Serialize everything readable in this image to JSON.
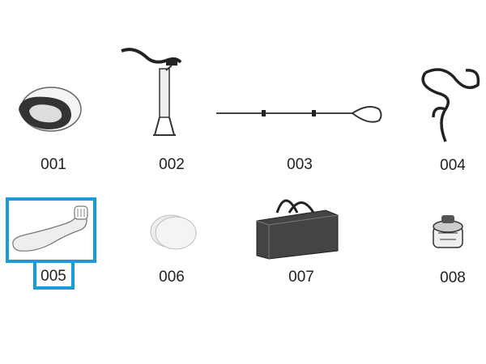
{
  "parts": [
    {
      "code": "001",
      "icon": "bag-icon"
    },
    {
      "code": "002",
      "icon": "pump-icon"
    },
    {
      "code": "003",
      "icon": "paddle-icon"
    },
    {
      "code": "004",
      "icon": "leash-icon"
    },
    {
      "code": "005",
      "icon": "wrench-icon",
      "highlighted": true
    },
    {
      "code": "006",
      "icon": "patch-icon"
    },
    {
      "code": "007",
      "icon": "carry-bag-icon"
    },
    {
      "code": "008",
      "icon": "valve-icon"
    }
  ],
  "highlight_color": "#1a9bd7"
}
